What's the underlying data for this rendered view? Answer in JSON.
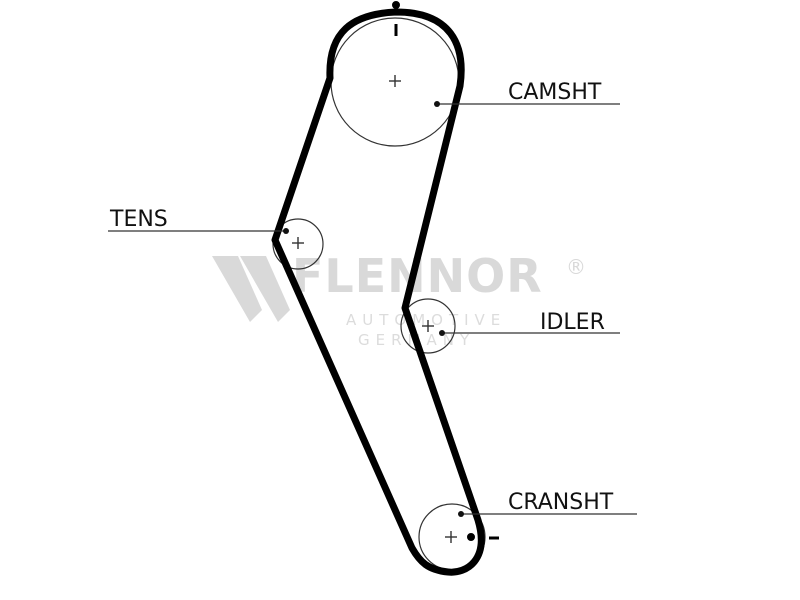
{
  "labels": {
    "camshaft": "CAMSHT",
    "tensioner": "TENS",
    "idler": "IDLER",
    "crankshaft": "CRANSHT"
  },
  "watermark": {
    "brand": "FLENNOR",
    "registered": "®",
    "line1": "AUTOMOTIVE",
    "line2": "GERMANY"
  },
  "colors": {
    "belt": "#000000",
    "pulley": "#333333",
    "leader": "#333333",
    "watermark": "#d9d9d9"
  }
}
